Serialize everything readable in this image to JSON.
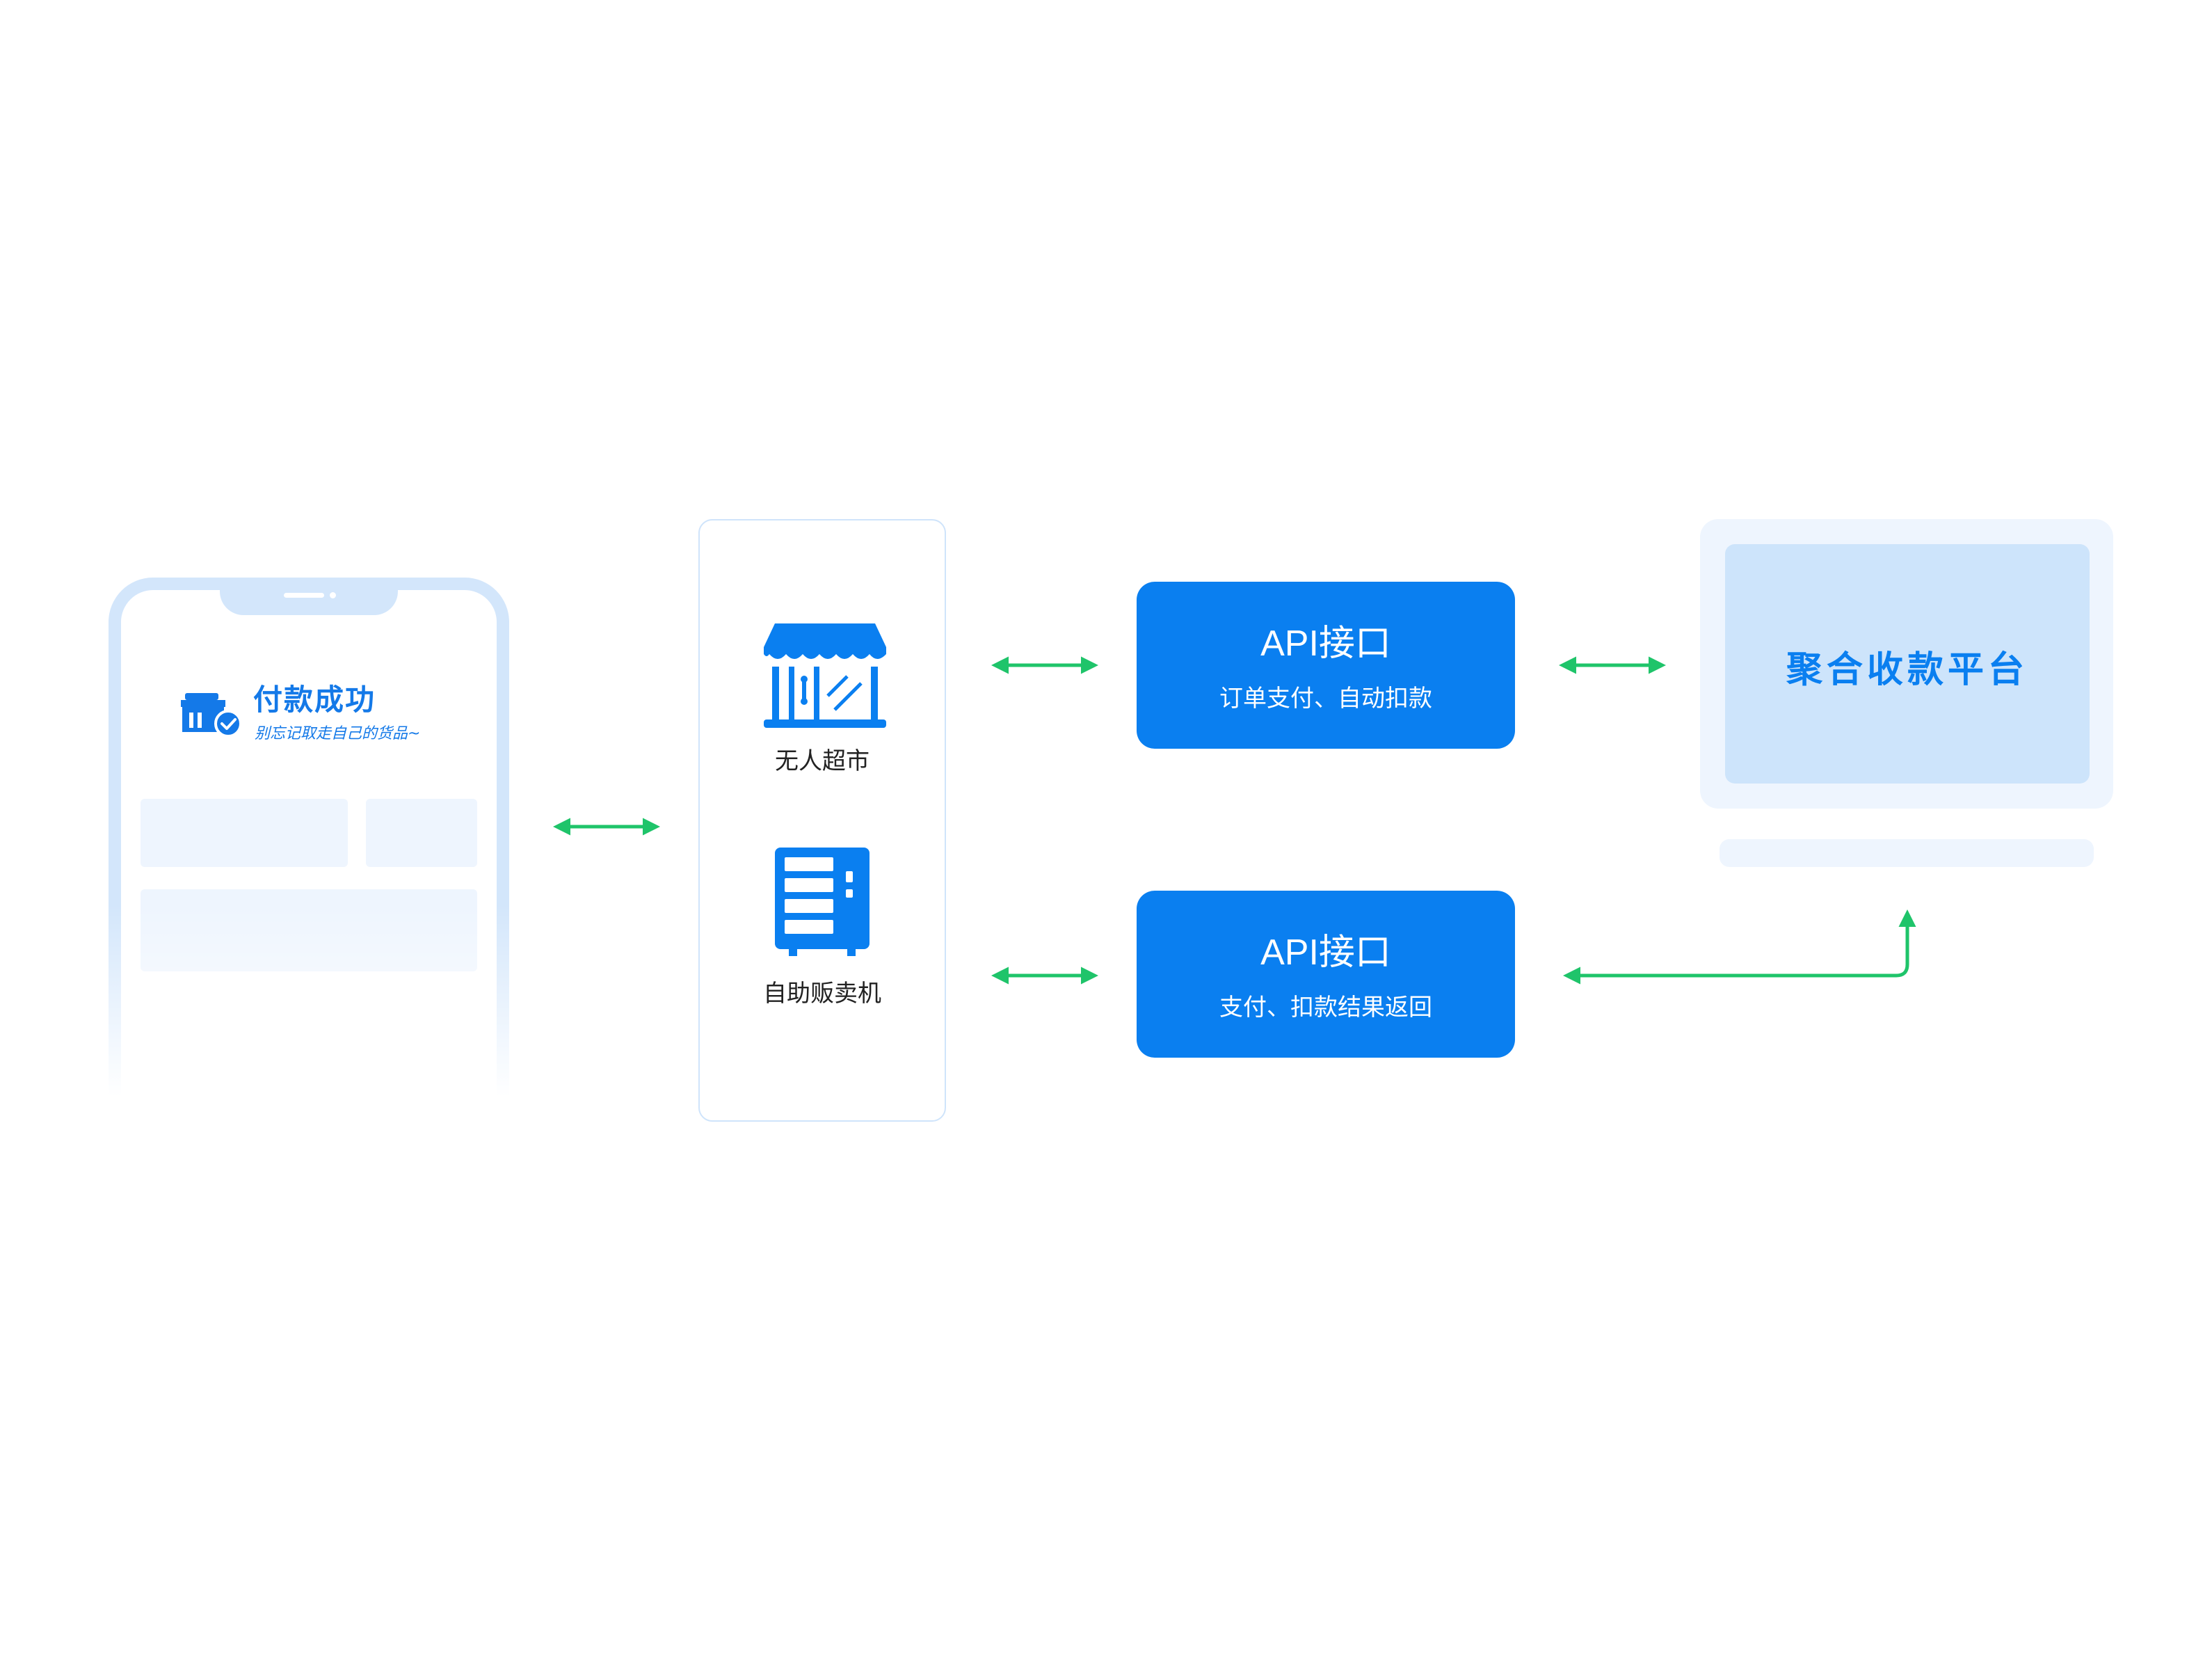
{
  "phone": {
    "title": "付款成功",
    "subtitle": "别忘记取走自己的货品~"
  },
  "channels": {
    "store_label": "无人超市",
    "vending_label": "自助贩卖机"
  },
  "api_boxes": [
    {
      "title": "API接口",
      "subtitle": "订单支付、自动扣款"
    },
    {
      "title": "API接口",
      "subtitle": "支付、扣款结果返回"
    }
  ],
  "platform": {
    "label": "聚合收款平台"
  },
  "colors": {
    "primary_blue": "#0a7ff0",
    "arrow_green": "#1fc46a",
    "light_blue": "#cde4fb",
    "pale_blue": "#eef5fe"
  },
  "icons": [
    "shop-icon",
    "vending-machine-icon",
    "shop-check-icon"
  ]
}
